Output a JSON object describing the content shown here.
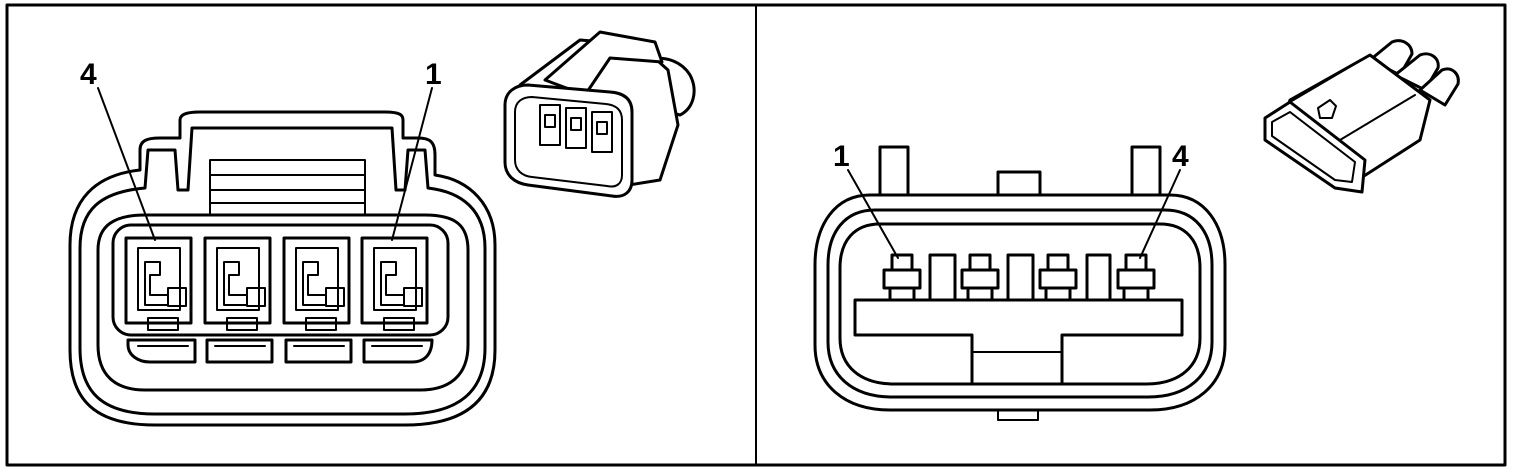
{
  "left_panel": {
    "name": "female-connector-face-view",
    "pin_labels": [
      {
        "id": "left-pin-label-4",
        "text": "4"
      },
      {
        "id": "left-pin-label-1",
        "text": "1"
      }
    ],
    "cavity_count": 4
  },
  "right_panel": {
    "name": "male-connector-face-view",
    "pin_labels": [
      {
        "id": "right-pin-label-1",
        "text": "1"
      },
      {
        "id": "right-pin-label-4",
        "text": "4"
      }
    ],
    "terminal_count": 4
  },
  "colors": {
    "line": "#000000",
    "background": "#ffffff"
  }
}
